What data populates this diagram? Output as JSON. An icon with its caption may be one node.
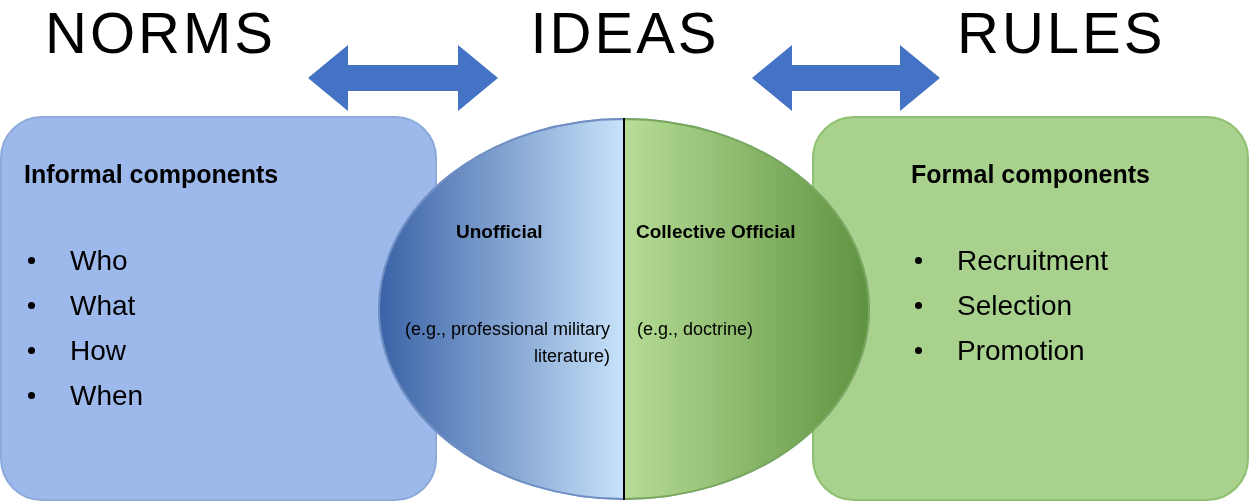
{
  "diagram": {
    "nodes": [
      {
        "text": [
          "NORMS"
        ]
      },
      {
        "text": [
          "IDEAS"
        ]
      },
      {
        "text": [
          "RULES"
        ]
      },
      {
        "text": [
          "Informal components",
          "Who",
          "What",
          "How",
          "When"
        ]
      },
      {
        "text": [],
        "shape": "circle"
      },
      {
        "text": [
          "Unofficial",
          "(e.g., professional military literature)"
        ],
        "in": 4
      },
      {
        "text": [
          "Collective Official",
          "(e.g., doctrine)"
        ],
        "in": 4
      },
      {
        "text": [
          "Formal components",
          "Recruitment",
          "Selection",
          "Promotion"
        ]
      }
    ],
    "edges": [
      {
        "from": 0,
        "to": 1,
        "arrow": "both"
      },
      {
        "from": 1,
        "to": 2,
        "arrow": "both"
      }
    ]
  }
}
